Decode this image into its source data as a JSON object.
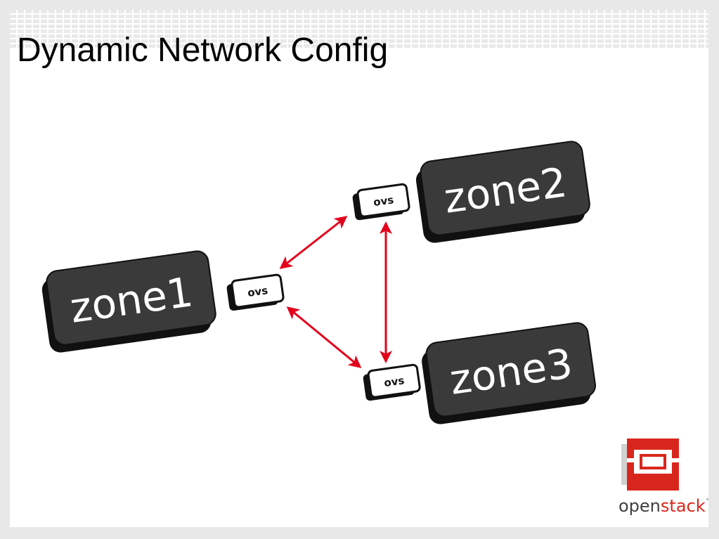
{
  "title": "Dynamic Network Config",
  "colors": {
    "zone_fill": "#3a3a3a",
    "zone_shadow": "#111111",
    "arrow": "#e3001b",
    "logo_red": "#d9261c",
    "logo_text_dark": "#404040"
  },
  "zones": [
    {
      "id": "zone1",
      "label": "zone1"
    },
    {
      "id": "zone2",
      "label": "zone2"
    },
    {
      "id": "zone3",
      "label": "zone3"
    }
  ],
  "switches": [
    {
      "id": "ovs1",
      "label": "ovs",
      "attached_to": "zone1"
    },
    {
      "id": "ovs2",
      "label": "ovs",
      "attached_to": "zone2"
    },
    {
      "id": "ovs3",
      "label": "ovs",
      "attached_to": "zone3"
    }
  ],
  "links": [
    {
      "from": "ovs1",
      "to": "ovs2",
      "bidirectional": true
    },
    {
      "from": "ovs1",
      "to": "ovs3",
      "bidirectional": true
    },
    {
      "from": "ovs2",
      "to": "ovs3",
      "bidirectional": true
    }
  ],
  "logo": {
    "icon": "openstack-logo-icon",
    "text_open": "open",
    "text_stack": "stack",
    "trademark": "™"
  }
}
